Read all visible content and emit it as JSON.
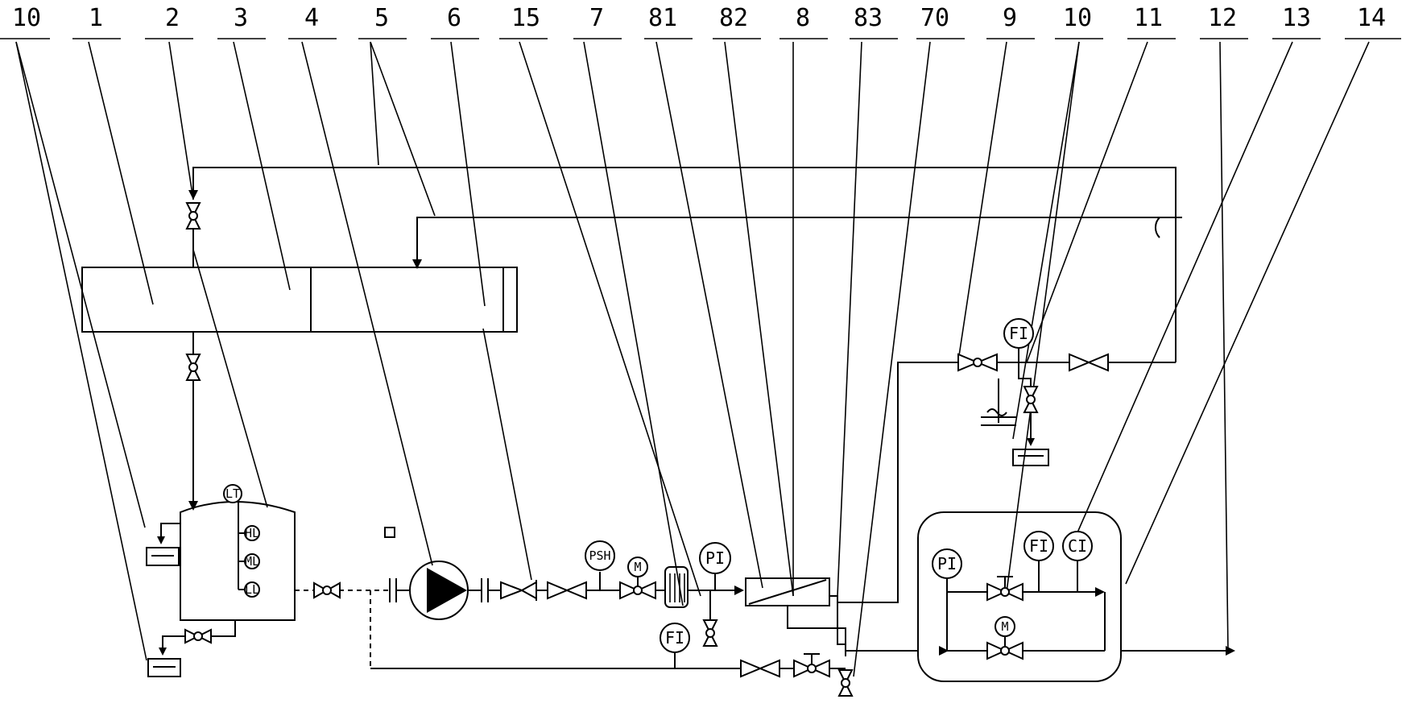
{
  "reference_numerals": [
    "10",
    "1",
    "2",
    "3",
    "4",
    "5",
    "6",
    "15",
    "7",
    "81",
    "82",
    "8",
    "83",
    "70",
    "9",
    "10",
    "11",
    "12",
    "13",
    "14"
  ],
  "instrument_tags": {
    "level_transmitter": "LT",
    "level_high": "HL",
    "level_mid": "ML",
    "level_low": "LL",
    "pressure_switch_high": "PSH",
    "motor_valve": "M",
    "pressure_indicator": "PI",
    "flow_indicator": "FI",
    "conductivity_indicator": "CI"
  }
}
